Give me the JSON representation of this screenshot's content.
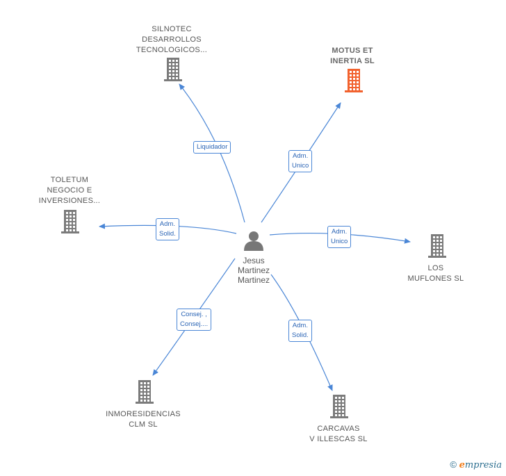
{
  "colors": {
    "edge": "#4a86d6",
    "building": "#7b7b7b",
    "highlight": "#f2622e",
    "person": "#777777"
  },
  "person": {
    "name": "Jesus\nMartinez\nMartinez",
    "icon": "person-icon"
  },
  "companies": [
    {
      "id": "silnotec",
      "name": "SILNOTEC\nDESARROLLOS\nTECNOLOGICOS...",
      "highlight": false,
      "icon": "building-icon"
    },
    {
      "id": "motus",
      "name": "MOTUS ET\nINERTIA  SL",
      "highlight": true,
      "icon": "building-icon"
    },
    {
      "id": "toletum",
      "name": "TOLETUM\nNEGOCIO E\nINVERSIONES...",
      "highlight": false,
      "icon": "building-icon"
    },
    {
      "id": "muflones",
      "name": "LOS\nMUFLONES SL",
      "highlight": false,
      "icon": "building-icon"
    },
    {
      "id": "inmoresidencias",
      "name": "INMORESIDENCIAS\nCLM  SL",
      "highlight": false,
      "icon": "building-icon"
    },
    {
      "id": "carcavas",
      "name": "CARCAVAS\nV ILLESCAS  SL",
      "highlight": false,
      "icon": "building-icon"
    }
  ],
  "relations": [
    {
      "to": "silnotec",
      "label": "Liquidador"
    },
    {
      "to": "motus",
      "label": "Adm.\nUnico"
    },
    {
      "to": "toletum",
      "label": "Adm.\nSolid."
    },
    {
      "to": "muflones",
      "label": "Adm.\nUnico"
    },
    {
      "to": "inmoresidencias",
      "label": "Consej. ,\nConsej...."
    },
    {
      "to": "carcavas",
      "label": "Adm.\nSolid."
    }
  ],
  "copyright": {
    "symbol": "©",
    "brand_e": "e",
    "brand_rest": "mpresia"
  }
}
